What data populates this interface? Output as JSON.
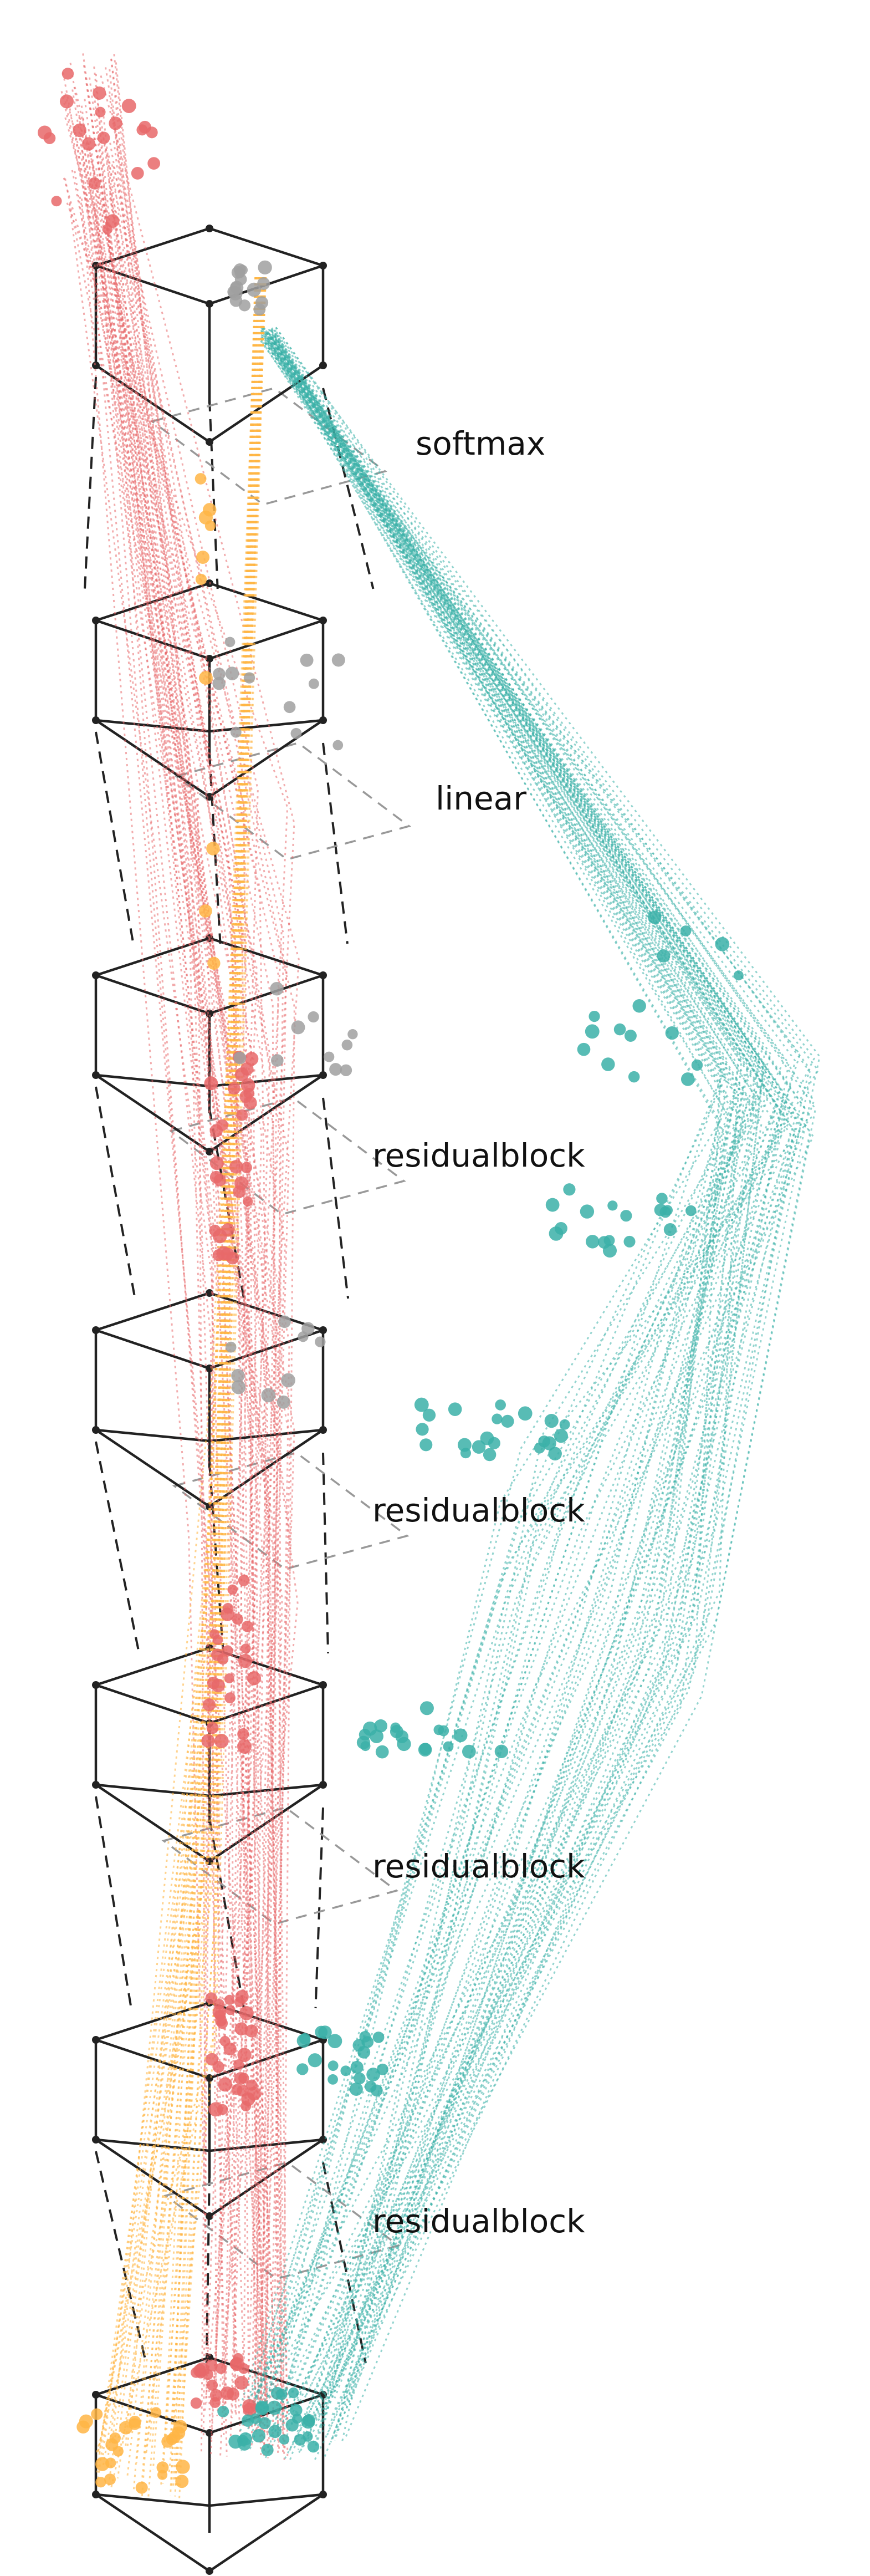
{
  "diagram": {
    "layers": [
      {
        "id": "softmax",
        "label": "softmax"
      },
      {
        "id": "linear",
        "label": "linear"
      },
      {
        "id": "residualblock-1",
        "label": "residualblock"
      },
      {
        "id": "residualblock-2",
        "label": "residualblock"
      },
      {
        "id": "residualblock-3",
        "label": "residualblock"
      },
      {
        "id": "residualblock-4",
        "label": "residualblock"
      }
    ],
    "cube_count": 7,
    "colors": {
      "cube_edge": "#222222",
      "hidden_edge": "#999999",
      "class_red": "#e8686a",
      "class_teal": "#3bb0a8",
      "class_orange": "#ffb545",
      "neutral_point": "#a0a0a0"
    }
  }
}
